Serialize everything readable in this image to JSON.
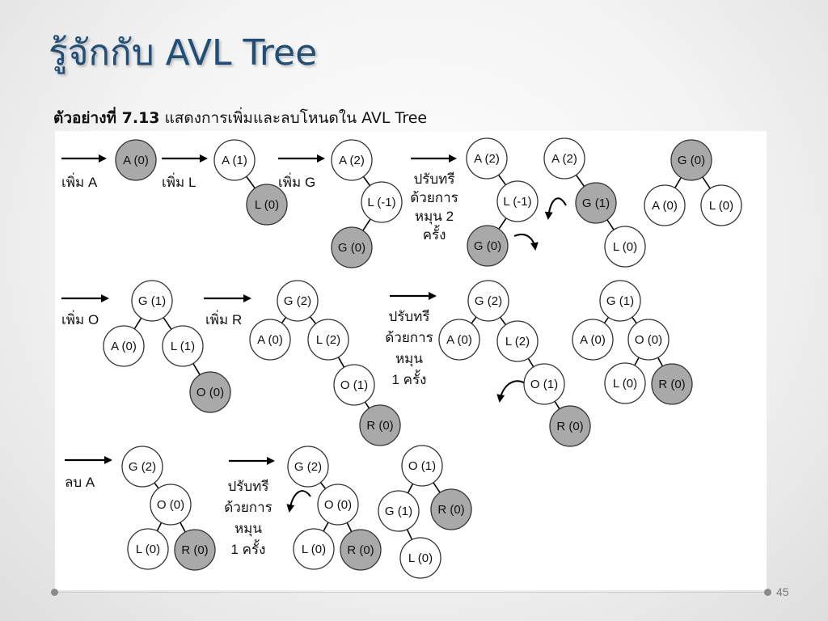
{
  "title": "รู้จักกับ AVL Tree",
  "caption": {
    "bold": "ตัวอย่างที่ 7.13",
    "text": "แสดงการเพิ่มและลบโหนดใน AVL Tree"
  },
  "page_number": "45",
  "colors": {
    "title": "#1f4e79",
    "node_new": "#a9a9a9",
    "node_normal": "#ffffff"
  },
  "step_labels": {
    "add_a": "เพิ่ม A",
    "add_l": "เพิ่ม L",
    "add_g": "เพิ่ม G",
    "add_o": "เพิ่ม O",
    "add_r": "เพิ่ม R",
    "del_a": "ลบ A",
    "rebalance_2": [
      "ปรับทรี",
      "ด้วยการ",
      "หมุน 2",
      "ครั้ง"
    ],
    "rebalance_1a": [
      "ปรับทรี",
      "ด้วยการ",
      "หมุน",
      "1 ครั้ง"
    ],
    "rebalance_1b": [
      "ปรับทรี",
      "ด้วยการ",
      "หมุน",
      "1 ครั้ง"
    ]
  },
  "trees": [
    {
      "id": "t1",
      "nodes": [
        {
          "label": "A (0)",
          "new": true
        }
      ]
    },
    {
      "id": "t2",
      "nodes": [
        {
          "label": "A (1)"
        },
        {
          "label": "L (0)",
          "new": true
        }
      ]
    },
    {
      "id": "t3",
      "nodes": [
        {
          "label": "A (2)"
        },
        {
          "label": "L (-1)"
        },
        {
          "label": "G (0)",
          "new": true
        }
      ]
    },
    {
      "id": "t4",
      "nodes": [
        {
          "label": "A (2)"
        },
        {
          "label": "L (-1)"
        },
        {
          "label": "G (0)",
          "new": true
        }
      ]
    },
    {
      "id": "t5",
      "nodes": [
        {
          "label": "A (2)"
        },
        {
          "label": "G (1)",
          "new": true
        },
        {
          "label": "L (0)"
        }
      ]
    },
    {
      "id": "t6",
      "nodes": [
        {
          "label": "G (0)",
          "new": true
        },
        {
          "label": "A (0)"
        },
        {
          "label": "L (0)"
        }
      ]
    },
    {
      "id": "t7",
      "nodes": [
        {
          "label": "G (1)"
        },
        {
          "label": "A (0)"
        },
        {
          "label": "L (1)"
        },
        {
          "label": "O (0)",
          "new": true
        }
      ]
    },
    {
      "id": "t8",
      "nodes": [
        {
          "label": "G (2)"
        },
        {
          "label": "A (0)"
        },
        {
          "label": "L (2)"
        },
        {
          "label": "O (1)"
        },
        {
          "label": "R (0)",
          "new": true
        }
      ]
    },
    {
      "id": "t9",
      "nodes": [
        {
          "label": "G (2)"
        },
        {
          "label": "A (0)"
        },
        {
          "label": "L (2)"
        },
        {
          "label": "O (1)"
        },
        {
          "label": "R (0)",
          "new": true
        }
      ]
    },
    {
      "id": "t10",
      "nodes": [
        {
          "label": "G (1)"
        },
        {
          "label": "A (0)"
        },
        {
          "label": "O (0)"
        },
        {
          "label": "L (0)"
        },
        {
          "label": "R (0)",
          "new": true
        }
      ]
    },
    {
      "id": "t11",
      "nodes": [
        {
          "label": "G (2)"
        },
        {
          "label": "O (0)"
        },
        {
          "label": "L (0)"
        },
        {
          "label": "R (0)",
          "new": true
        }
      ]
    },
    {
      "id": "t12",
      "nodes": [
        {
          "label": "G (2)"
        },
        {
          "label": "O (0)"
        },
        {
          "label": "L (0)"
        },
        {
          "label": "R (0)",
          "new": true
        }
      ]
    },
    {
      "id": "t13",
      "nodes": [
        {
          "label": "O (1)"
        },
        {
          "label": "G (1)"
        },
        {
          "label": "R (0)",
          "new": true
        },
        {
          "label": "L (0)"
        }
      ]
    }
  ]
}
